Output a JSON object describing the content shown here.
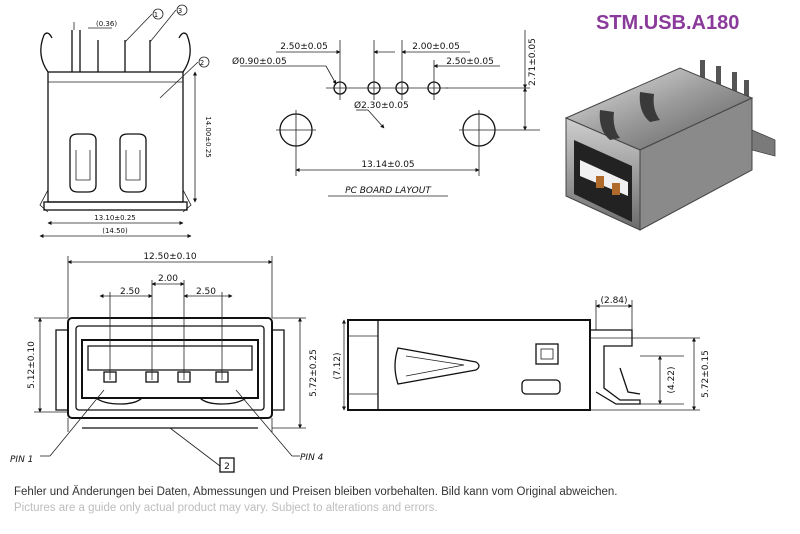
{
  "header": {
    "model_number": "STM.USB.A180"
  },
  "top_left_view": {
    "dim_small": "(0.36)",
    "dim_height": "14.00±0.25",
    "dim_width_inner": "13.10±0.25",
    "dim_width_outer": "(14.50)",
    "callouts": [
      "1",
      "2",
      "3"
    ]
  },
  "pcb_layout": {
    "title": "PC BOARD LAYOUT",
    "dims": {
      "pin_spacing_outer": "2.50±0.05",
      "pin_spacing_middle": "2.00±0.05",
      "pin_spacing_right": "2.50±0.05",
      "pin_hole_dia": "Ø0.90±0.05",
      "mount_hole_dia": "Ø2.30±0.05",
      "vertical_offset": "2.71±0.05",
      "mount_spacing": "13.14±0.05"
    }
  },
  "front_view": {
    "dims": {
      "overall_width": "12.50±0.10",
      "middle_pitch": "2.00",
      "left_pitch": "2.50",
      "right_pitch": "2.50",
      "left_height": "5.12±0.10",
      "right_height": "5.72±0.25"
    },
    "pin1_label": "PIN 1",
    "pin4_label": "PIN 4",
    "callout_box": "2"
  },
  "side_view": {
    "dims": {
      "height_total": "(7.12)",
      "tail_offset": "(2.84)",
      "tail_height": "(4.22)",
      "right_height": "5.72±0.15"
    }
  },
  "footer": {
    "note_de": "Fehler und Änderungen bei Daten, Abmessungen und Preisen bleiben vorbehalten. Bild kann vom Original abweichen.",
    "note_en": "Pictures are a guide only actual product may vary. Subject to alterations and errors."
  }
}
